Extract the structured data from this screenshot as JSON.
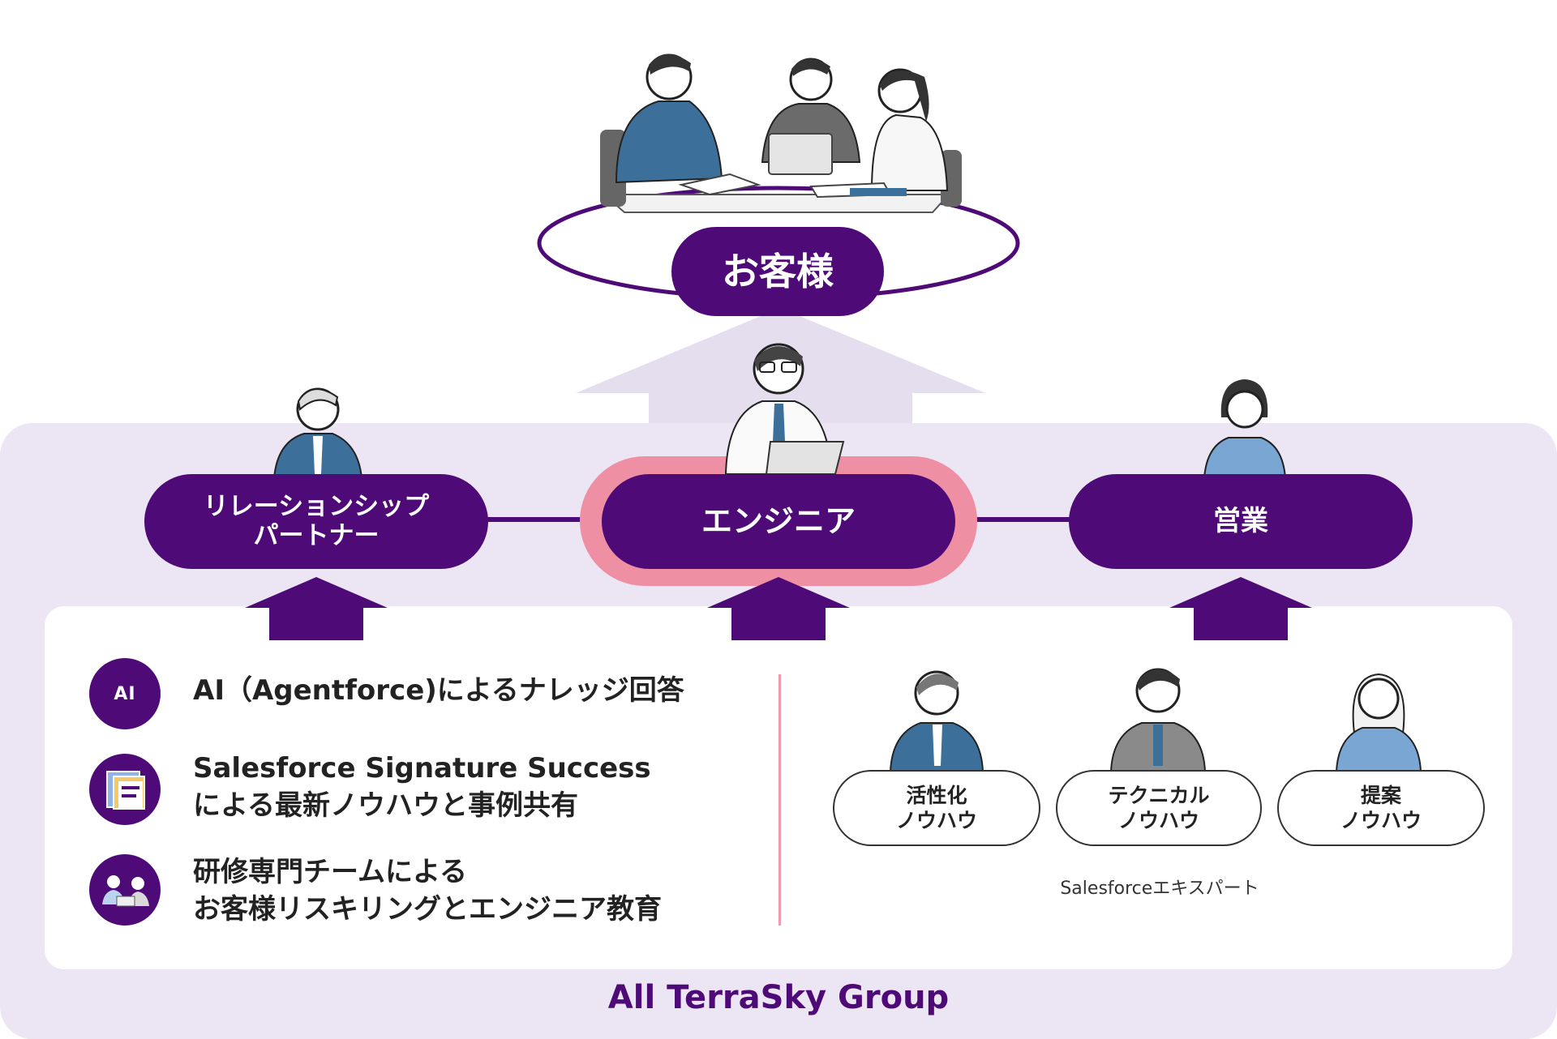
{
  "customer": {
    "label": "お客様"
  },
  "roles": {
    "left": {
      "line1": "リレーションシップ",
      "line2": "パートナー"
    },
    "center": {
      "label": "エンジニア"
    },
    "right": {
      "label": "営業"
    }
  },
  "features": [
    {
      "icon": "ai-badge-icon",
      "badge": "AI",
      "line1": "AI（Agentforce)によるナレッジ回答",
      "line2": ""
    },
    {
      "icon": "documents-icon",
      "line1": "Salesforce Signature Success",
      "line2": "による最新ノウハウと事例共有"
    },
    {
      "icon": "training-team-icon",
      "line1": "研修専門チームによる",
      "line2": "お客様リスキリングとエンジニア教育"
    }
  ],
  "expertise": [
    {
      "line1": "活性化",
      "line2": "ノウハウ"
    },
    {
      "line1": "テクニカル",
      "line2": "ノウハウ"
    },
    {
      "line1": "提案",
      "line2": "ノウハウ"
    }
  ],
  "experts_caption": "Salesforceエキスパート",
  "group_label": "All TerraSky Group",
  "colors": {
    "primary": "#4e0a77",
    "panel_bg": "#ece6f4",
    "highlight": "#ee8fa4",
    "arrow_light": "#e4deef"
  }
}
